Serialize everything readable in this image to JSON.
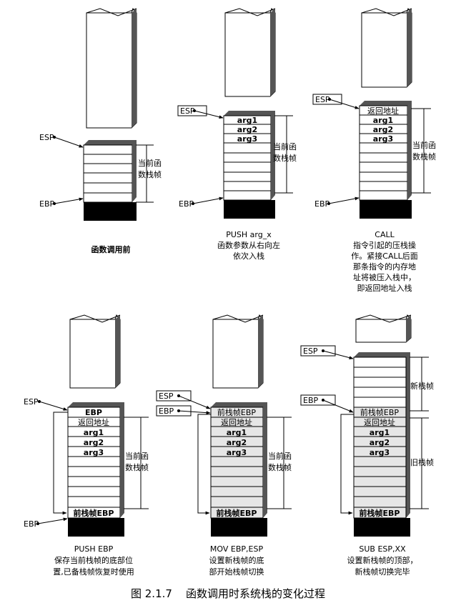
{
  "figure_caption": "图 2.1.7    函数调用时系统栈的变化过程",
  "colors": {
    "black": "#000000",
    "shade": "#555555",
    "light": "#e6e6e6",
    "white": "#ffffff"
  },
  "panels": [
    {
      "id": "before-call",
      "esp_label": "ESP",
      "ebp_label": "EBP",
      "cells": [],
      "frame_label": [
        "当前函",
        "数栈帧"
      ],
      "caption": [
        "函数调用前"
      ]
    },
    {
      "id": "push-args",
      "esp_label": "ESP",
      "ebp_label": "EBP",
      "cells": [
        "arg1",
        "arg2",
        "arg3"
      ],
      "frame_label": [
        "当前函",
        "数栈帧"
      ],
      "caption": [
        "PUSH arg_x",
        "函数参数从右向左",
        "依次入栈"
      ]
    },
    {
      "id": "call",
      "esp_label": "ESP",
      "ebp_label": "EBP",
      "cells": [
        "返回地址",
        "arg1",
        "arg2",
        "arg3"
      ],
      "frame_label": [
        "当前函",
        "数栈帧"
      ],
      "caption": [
        "CALL",
        "指令引起的压栈操",
        "作。紧接CALL后面",
        "那条指令的内存地",
        "址将被压入栈中，",
        "即返回地址入栈"
      ]
    },
    {
      "id": "push-ebp",
      "esp_label": "ESP",
      "ebp_label": "EBP",
      "cells": [
        "EBP",
        "返回地址",
        "arg1",
        "arg2",
        "arg3"
      ],
      "bottom_cell": "前栈帧EBP",
      "frame_label": [
        "当前函",
        "数栈帧"
      ],
      "caption": [
        "PUSH EBP",
        "保存当前栈帧的底部位",
        "置,已备栈帧恢复时使用"
      ]
    },
    {
      "id": "mov-ebp-esp",
      "esp_label": "ESP",
      "ebp_label": "EBP",
      "cells": [
        "前栈帧EBP",
        "返回地址",
        "arg1",
        "arg2",
        "arg3"
      ],
      "bottom_cell": "前栈帧EBP",
      "frame_label": [
        "当前函",
        "数栈帧"
      ],
      "caption": [
        "MOV EBP,ESP",
        "设置新栈帧的底",
        "部开始栈帧切换"
      ]
    },
    {
      "id": "sub-esp",
      "esp_label": "ESP",
      "ebp_label": "EBP",
      "cells": [
        "前栈帧EBP",
        "返回地址",
        "arg1",
        "arg2",
        "arg3"
      ],
      "bottom_cell": "前栈帧EBP",
      "new_frame_label": "新栈帧",
      "frame_label": [
        "旧栈帧"
      ],
      "caption": [
        "SUB ESP,XX",
        "设置新栈帧的顶部，",
        "新栈帧切换完毕"
      ]
    }
  ]
}
